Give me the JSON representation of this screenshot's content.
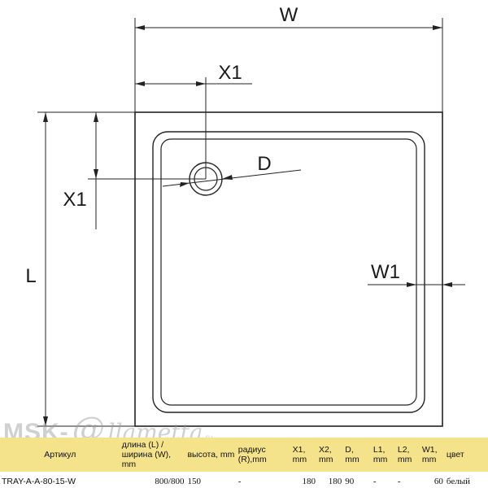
{
  "diagram": {
    "labels": {
      "width": "W",
      "length": "L",
      "drain_offset_x": "X1",
      "drain_offset_y": "X1",
      "drain_diameter": "D",
      "rim_width": "W1"
    },
    "watermark": {
      "prefix": "MSK-",
      "at": "@",
      "name": "llametta",
      "suffix": ".ru"
    }
  },
  "table": {
    "headers": [
      "Артикул",
      "длина (L) / ширина (W), mm",
      "высота, mm",
      "радиус (R),mm",
      "X1, mm",
      "X2, mm",
      "D, mm",
      "L1, mm",
      "L2, mm",
      "W1, mm",
      "цвет"
    ],
    "rows": [
      [
        "TRAY-A-A-80-15-W",
        "800/800",
        "150",
        "-",
        "180",
        "180",
        "90",
        "-",
        "-",
        "60",
        "белый"
      ]
    ],
    "header_bg": "#f5e38c"
  }
}
